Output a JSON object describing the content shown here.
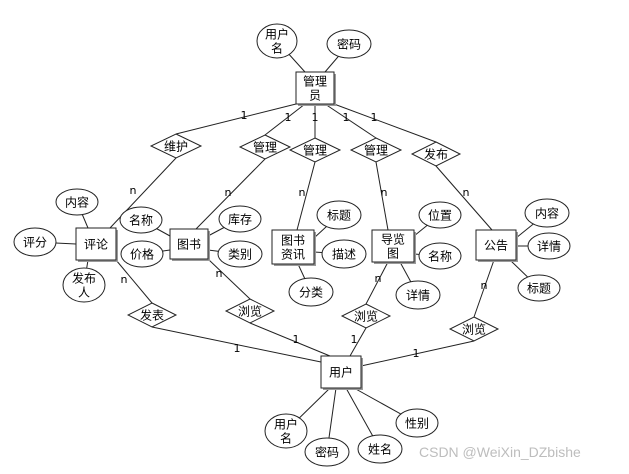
{
  "entities": [
    {
      "id": "admin",
      "label": "管理员"
    },
    {
      "id": "comment",
      "label": "评论"
    },
    {
      "id": "book",
      "label": "图书"
    },
    {
      "id": "bookinfo",
      "label": "图书资讯"
    },
    {
      "id": "guide",
      "label": "导览图"
    },
    {
      "id": "notice",
      "label": "公告"
    },
    {
      "id": "user",
      "label": "用户"
    }
  ],
  "attributes": [
    {
      "id": "admin-username",
      "label": "用户名",
      "of": "admin"
    },
    {
      "id": "admin-password",
      "label": "密码",
      "of": "admin"
    },
    {
      "id": "comment-content",
      "label": "内容",
      "of": "comment"
    },
    {
      "id": "comment-score",
      "label": "评分",
      "of": "comment"
    },
    {
      "id": "comment-publisher",
      "label": "发布人",
      "of": "comment"
    },
    {
      "id": "book-name",
      "label": "名称",
      "of": "book"
    },
    {
      "id": "book-price",
      "label": "价格",
      "of": "book"
    },
    {
      "id": "book-stock",
      "label": "库存",
      "of": "book"
    },
    {
      "id": "book-category",
      "label": "类别",
      "of": "book"
    },
    {
      "id": "bookinfo-title",
      "label": "标题",
      "of": "bookinfo"
    },
    {
      "id": "bookinfo-desc",
      "label": "描述",
      "of": "bookinfo"
    },
    {
      "id": "bookinfo-category",
      "label": "分类",
      "of": "bookinfo"
    },
    {
      "id": "guide-location",
      "label": "位置",
      "of": "guide"
    },
    {
      "id": "guide-name",
      "label": "名称",
      "of": "guide"
    },
    {
      "id": "guide-detail",
      "label": "详情",
      "of": "guide"
    },
    {
      "id": "notice-content",
      "label": "内容",
      "of": "notice"
    },
    {
      "id": "notice-detail",
      "label": "详情",
      "of": "notice"
    },
    {
      "id": "notice-title",
      "label": "标题",
      "of": "notice"
    },
    {
      "id": "user-username",
      "label": "用户名",
      "of": "user"
    },
    {
      "id": "user-password",
      "label": "密码",
      "of": "user"
    },
    {
      "id": "user-name",
      "label": "姓名",
      "of": "user"
    },
    {
      "id": "user-gender",
      "label": "性别",
      "of": "user"
    }
  ],
  "relationships": [
    {
      "id": "rel-maintain",
      "label": "维护",
      "from": "admin",
      "to": "comment",
      "card_from": "1",
      "card_to": "n"
    },
    {
      "id": "rel-manage-book",
      "label": "管理",
      "from": "admin",
      "to": "book",
      "card_from": "1",
      "card_to": "n"
    },
    {
      "id": "rel-manage-info",
      "label": "管理",
      "from": "admin",
      "to": "bookinfo",
      "card_from": "1",
      "card_to": "n"
    },
    {
      "id": "rel-manage-guide",
      "label": "管理",
      "from": "admin",
      "to": "guide",
      "card_from": "1",
      "card_to": "n"
    },
    {
      "id": "rel-publish",
      "label": "发布",
      "from": "admin",
      "to": "notice",
      "card_from": "1",
      "card_to": "n"
    },
    {
      "id": "rel-post",
      "label": "发表",
      "from": "comment",
      "to": "user",
      "card_from": "n",
      "card_to": "1"
    },
    {
      "id": "rel-browse-book",
      "label": "浏览",
      "from": "book",
      "to": "user",
      "card_from": "n",
      "card_to": "1"
    },
    {
      "id": "rel-browse-guide",
      "label": "浏览",
      "from": "guide",
      "to": "user",
      "card_from": "n",
      "card_to": "1"
    },
    {
      "id": "rel-browse-notice",
      "label": "浏览",
      "from": "notice",
      "to": "user",
      "card_from": "n",
      "card_to": "1"
    }
  ],
  "watermark": "CSDN @WeiXin_DZbishe"
}
